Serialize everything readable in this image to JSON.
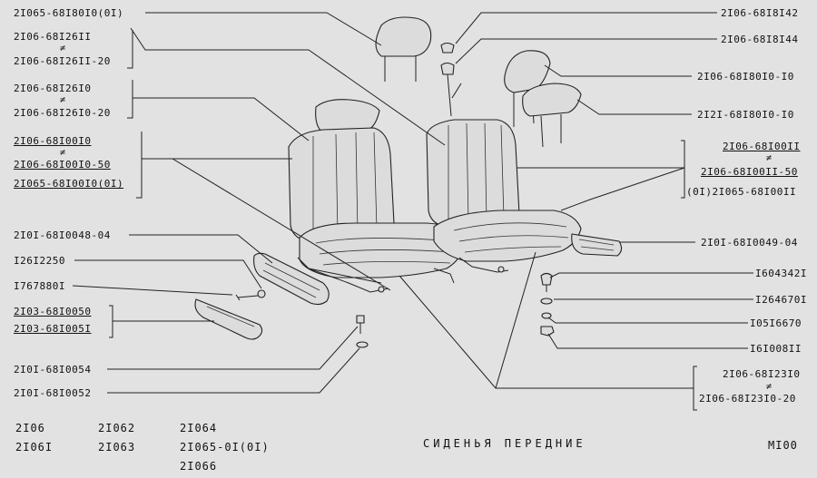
{
  "labels": {
    "l_2106_680I0_0I": "2I065-68I80I0(0I)",
    "l_2106_68I26II": "2I06-68I26II",
    "l_2106_68I26II_20": "2I06-68I26II-20",
    "l_2106_68I26I0": "2I06-68I26I0",
    "l_2106_68I26I0_20": "2I06-68I26I0-20",
    "l_2106_68I00I0": "2I06-68I00I0",
    "l_2106_68I00I0_50": "2I06-68I00I0-50",
    "l_21065_68I00I0_0I": "2I065-68I00I0(0I)",
    "l_210I_68I0048_04": "2I0I-68I0048-04",
    "l_I26I2250": "I26I2250",
    "l_I767880I": "I767880I",
    "l_2I03_68I0050": "2I03-68I0050",
    "l_2I03_68I005I": "2I03-68I005I",
    "l_2I0I_68I0054": "2I0I-68I0054",
    "l_2I0I_68I0052": "2I0I-68I0052",
    "r_2I06_68I8I42": "2I06-68I8I42",
    "r_2I06_68I8I44": "2I06-68I8I44",
    "r_2I06_68I80I0_I0": "2I06-68I80I0-I0",
    "r_2I2I_68I80I0_I0": "2I2I-68I80I0-I0",
    "r_2I06_68I00II": "2I06-68I00II",
    "r_2I06_68I00II_50": "2I06-68I00II-50",
    "r_0I_2I065_68I00II": "(0I)2I065-68I00II",
    "r_2I0I_68I0049_04": "2I0I-68I0049-04",
    "r_I604342I": "I604342I",
    "r_I264670I": "I264670I",
    "r_I05I6670": "I05I6670",
    "r_I6I008II": "I6I008II",
    "r_2I06_68I23I0": "2I06-68I23I0",
    "r_2I06_68I23I0_20": "2I06-68I23I0-20"
  },
  "not_equal_symbol": "≠",
  "models": [
    "2I06",
    "2I06I",
    "2I062",
    "2I063",
    "2I064",
    "2I065-0I(0I)",
    "2I066"
  ],
  "title": "СИДЕНЬЯ ПЕРЕДНИЕ",
  "page_code": "MI00",
  "colors": {
    "background": "#e2e2e2",
    "ink": "#111111"
  }
}
